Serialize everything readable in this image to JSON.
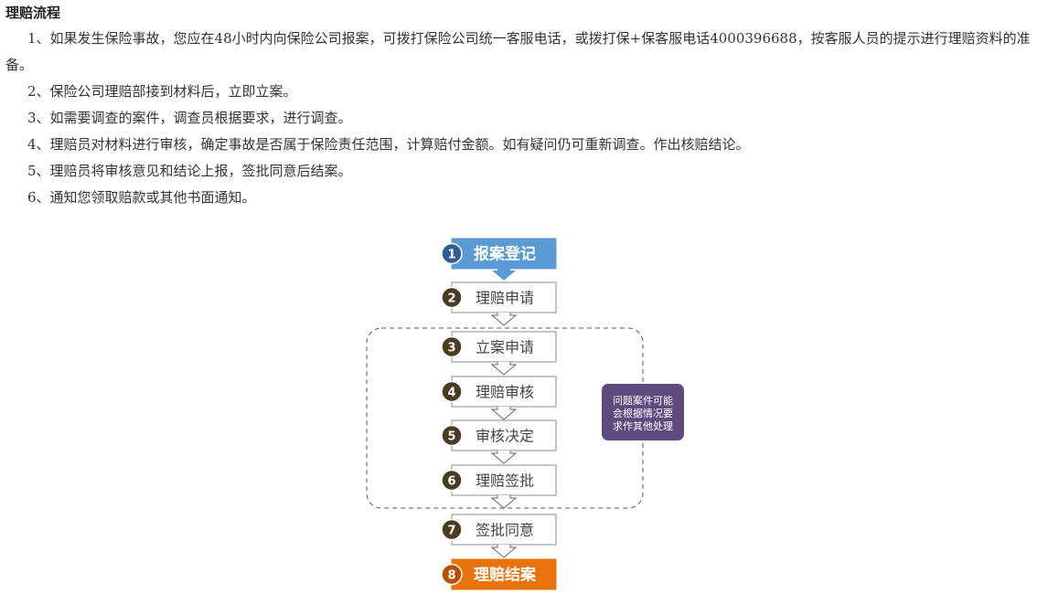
{
  "page": {
    "title": "理赔流程",
    "paragraphs": [
      "1、如果发生保险事故，您应在48小时内向保险公司报案，可拨打保险公司统一客服电话，或拨打保+保客服电话4000396688，按客服人员的提示进行理赔资料的准备。",
      "2、保险公司理赔部接到材料后，立即立案。",
      "3、如需要调查的案件，调查员根据要求，进行调查。",
      "4、理赔员对材料进行审核，确定事故是否属于保险责任范围，计算赔付金额。如有疑问仍可重新调查。作出核赔结论。",
      "5、理赔员将审核意见和结论上报，签批同意后结案。",
      "6、通知您领取赔款或其他书面通知。"
    ]
  },
  "flow": {
    "steps": [
      {
        "num": "1",
        "label": "报案登记"
      },
      {
        "num": "2",
        "label": "理赔申请"
      },
      {
        "num": "3",
        "label": "立案申请"
      },
      {
        "num": "4",
        "label": "理赔审核"
      },
      {
        "num": "5",
        "label": "审核决定"
      },
      {
        "num": "6",
        "label": "理赔签批"
      },
      {
        "num": "7",
        "label": "签批同意"
      },
      {
        "num": "8",
        "label": "理赔结案"
      }
    ],
    "note_lines": [
      "问题案件可能",
      "会根据情况要",
      "求作其他处理"
    ],
    "colors": {
      "start_fill": "#5b9bd5",
      "start_circle": "#2f5f92",
      "end_fill": "#e8720c",
      "end_circle": "#b84f05",
      "step_circle": "#4a3c22",
      "note_fill": "#5e4a7f",
      "arrow_stroke": "#666666"
    }
  }
}
